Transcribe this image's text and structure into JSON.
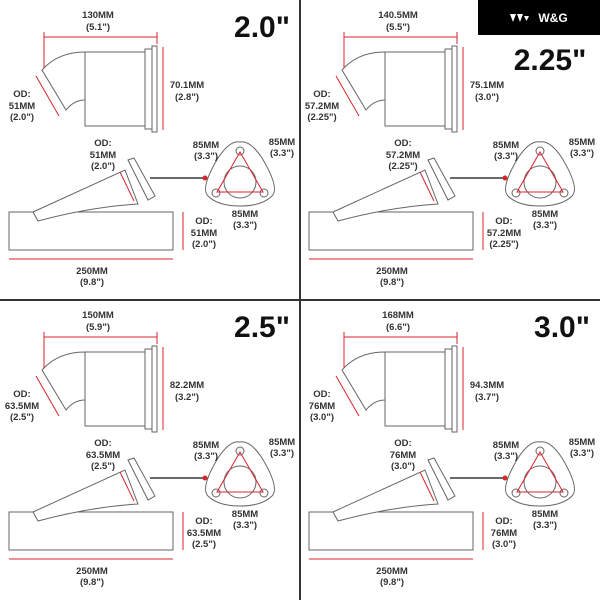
{
  "brand": {
    "name": "W&G",
    "bg": "#000000"
  },
  "colors": {
    "dimension": "#d9262c",
    "outline": "#555555"
  },
  "quadrants": [
    {
      "size": "2.0\"",
      "length_mm": "130MM",
      "length_in": "(5.1\")",
      "height_mm": "70.1MM",
      "height_in": "(2.8\")",
      "od_label": "OD:",
      "elbow_od_mm": "51MM",
      "elbow_od_in": "(2.0\")",
      "branch_od_mm": "51MM",
      "branch_od_in": "(2.0\")",
      "main_od_mm": "51MM",
      "main_od_in": "(2.0\")",
      "flange_mm": "85MM",
      "flange_in": "(3.3\")",
      "main_len_mm": "250MM",
      "main_len_in": "(9.8\")"
    },
    {
      "size": "2.25\"",
      "length_mm": "140.5MM",
      "length_in": "(5.5\")",
      "height_mm": "75.1MM",
      "height_in": "(3.0\")",
      "od_label": "OD:",
      "elbow_od_mm": "57.2MM",
      "elbow_od_in": "(2.25\")",
      "branch_od_mm": "57.2MM",
      "branch_od_in": "(2.25\")",
      "main_od_mm": "57.2MM",
      "main_od_in": "(2.25\")",
      "flange_mm": "85MM",
      "flange_in": "(3.3\")",
      "main_len_mm": "250MM",
      "main_len_in": "(9.8\")"
    },
    {
      "size": "2.5\"",
      "length_mm": "150MM",
      "length_in": "(5.9\")",
      "height_mm": "82.2MM",
      "height_in": "(3.2\")",
      "od_label": "OD:",
      "elbow_od_mm": "63.5MM",
      "elbow_od_in": "(2.5\")",
      "branch_od_mm": "63.5MM",
      "branch_od_in": "(2.5\")",
      "main_od_mm": "63.5MM",
      "main_od_in": "(2.5\")",
      "flange_mm": "85MM",
      "flange_in": "(3.3\")",
      "main_len_mm": "250MM",
      "main_len_in": "(9.8\")"
    },
    {
      "size": "3.0\"",
      "length_mm": "168MM",
      "length_in": "(6.6\")",
      "height_mm": "94.3MM",
      "height_in": "(3.7\")",
      "od_label": "OD:",
      "elbow_od_mm": "76MM",
      "elbow_od_in": "(3.0\")",
      "branch_od_mm": "76MM",
      "branch_od_in": "(3.0\")",
      "main_od_mm": "76MM",
      "main_od_in": "(3.0\")",
      "flange_mm": "85MM",
      "flange_in": "(3.3\")",
      "main_len_mm": "250MM",
      "main_len_in": "(9.8\")"
    }
  ]
}
